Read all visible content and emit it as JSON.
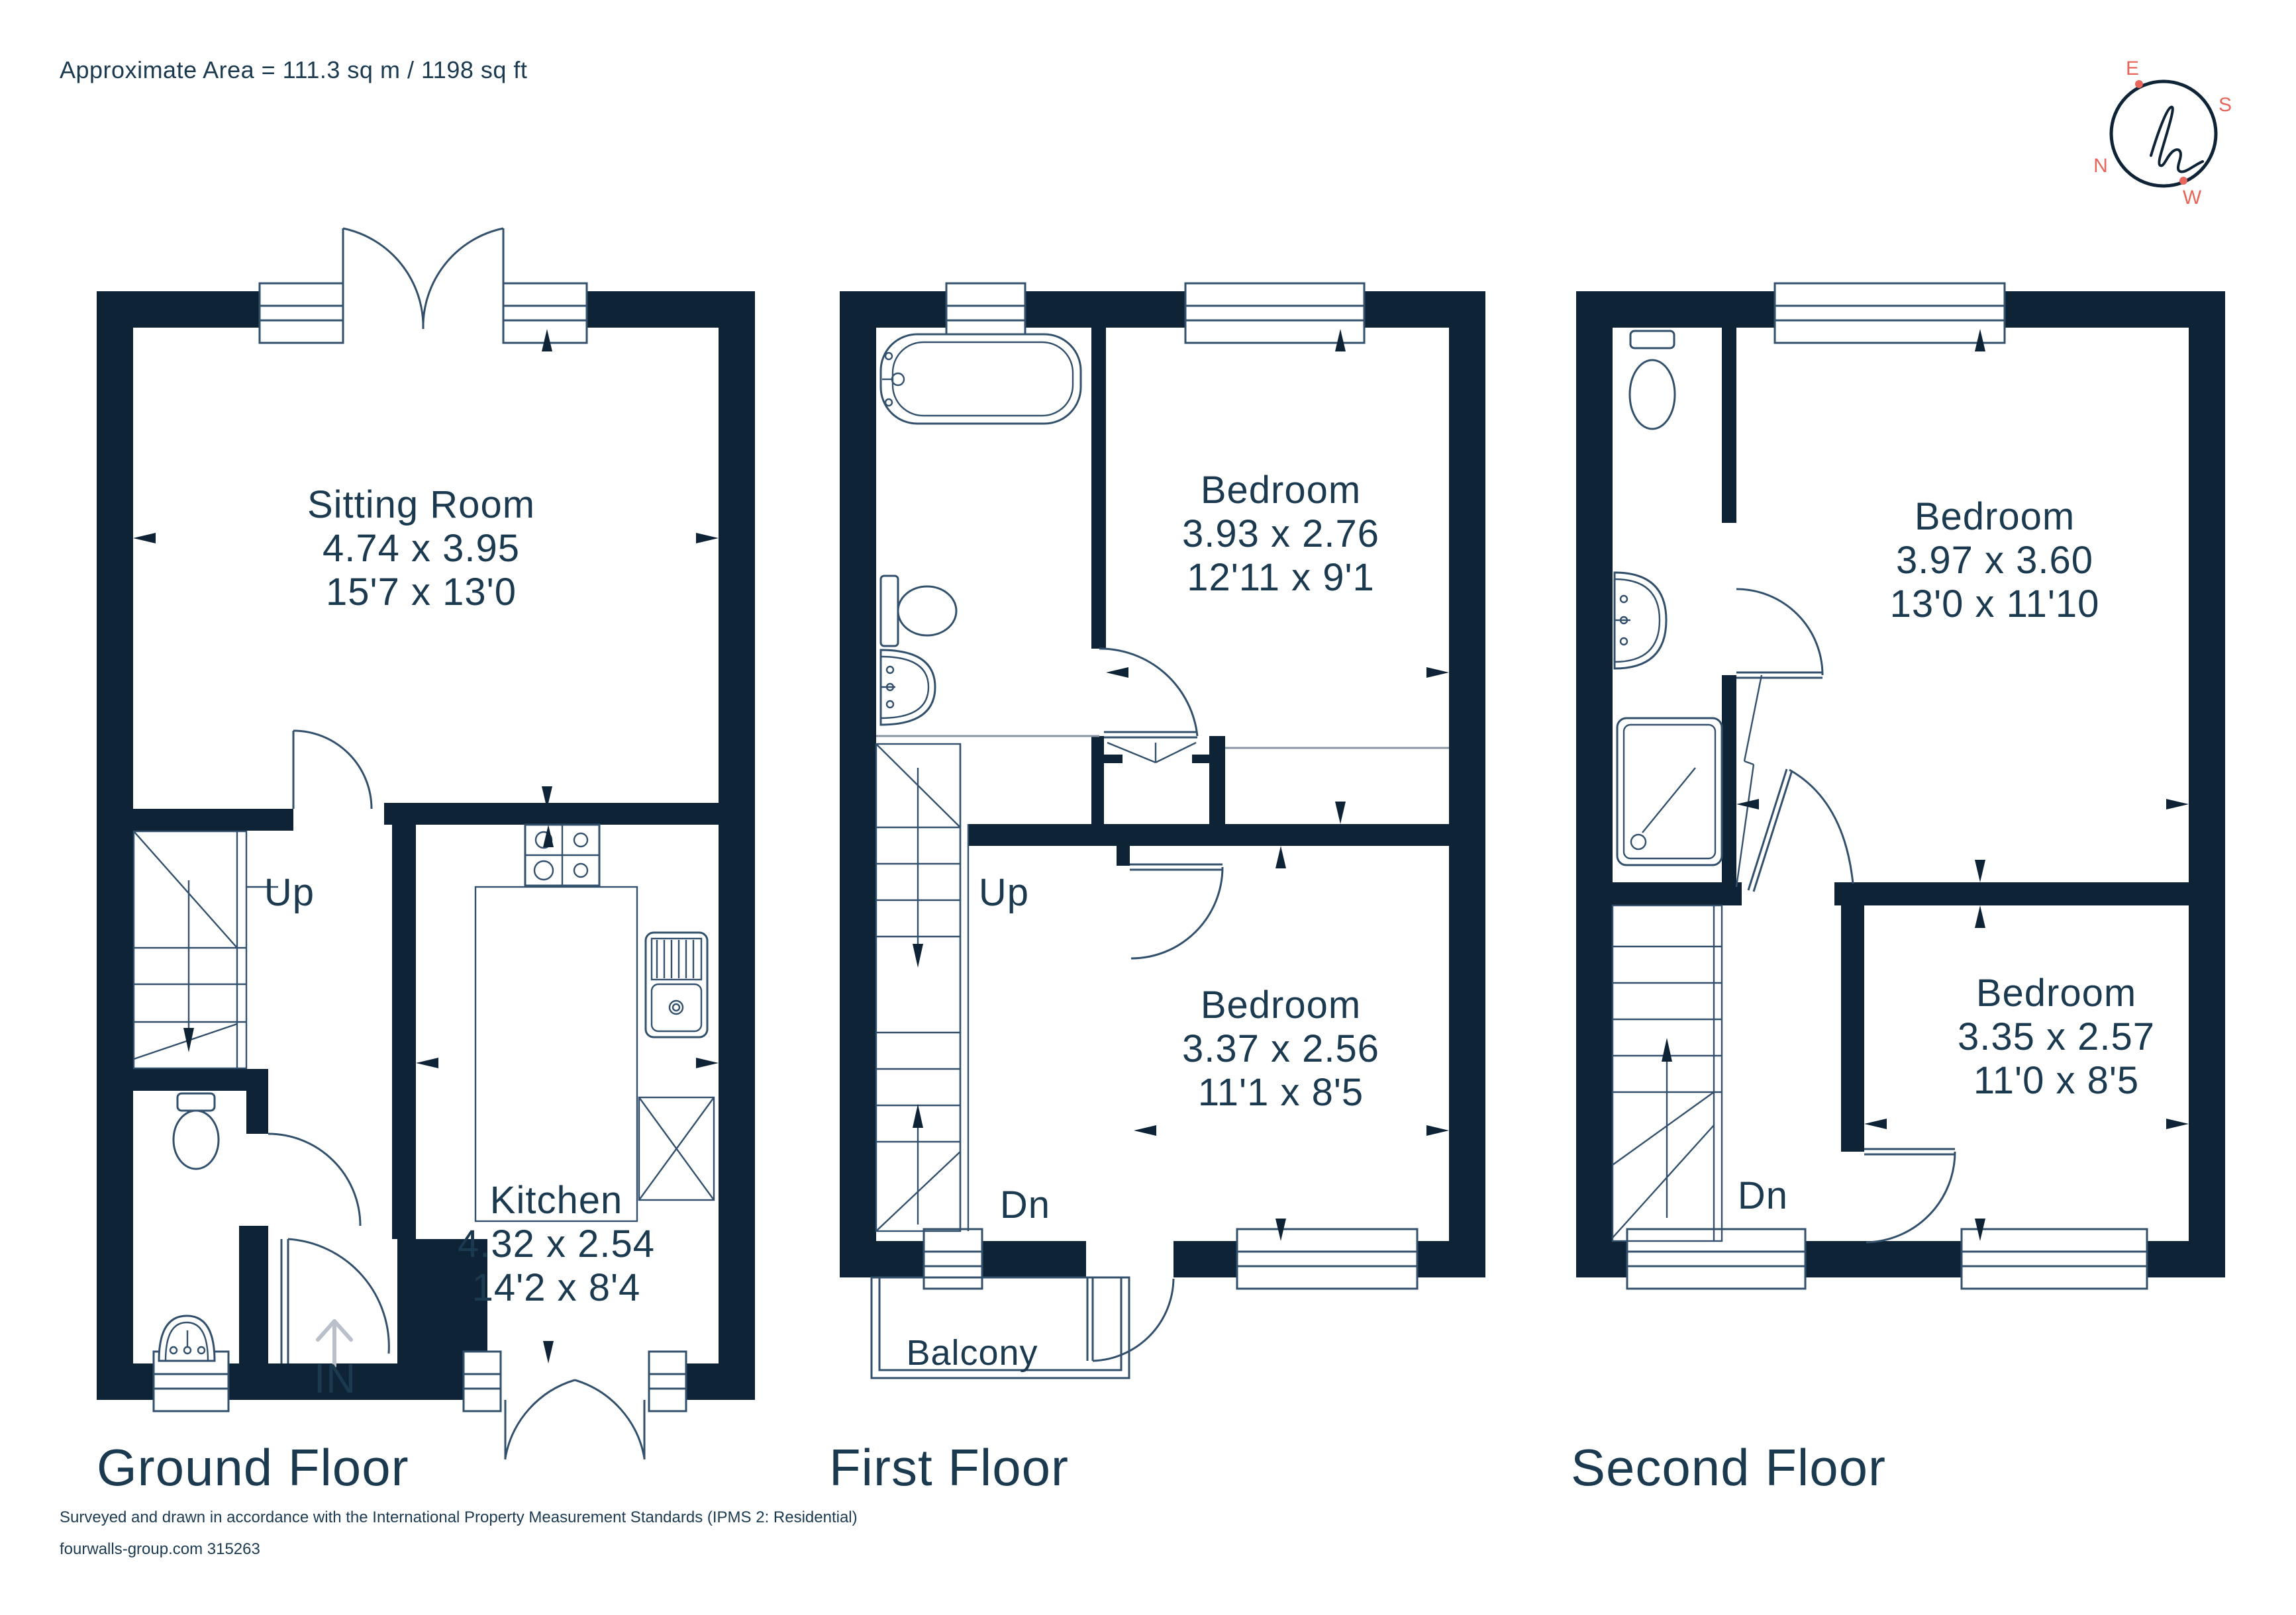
{
  "header": {
    "approx_area": "Approximate Area = 111.3 sq m / 1198 sq ft"
  },
  "compass": {
    "n": "N",
    "e": "E",
    "s": "S",
    "w": "W"
  },
  "colors": {
    "wall": "#0e2335",
    "text": "#1b3a50",
    "accent": "#e8655c",
    "line": "#32506c",
    "muted": "#b9c0ca"
  },
  "floors": [
    {
      "label": "Ground Floor",
      "rooms": [
        {
          "name": "Sitting Room",
          "metric": "4.74 x 3.95",
          "imperial": "15'7 x 13'0"
        },
        {
          "name": "Kitchen",
          "metric": "4.32 x 2.54",
          "imperial": "14'2 x 8'4"
        }
      ],
      "notes": {
        "up": "Up",
        "entrance": "IN"
      }
    },
    {
      "label": "First Floor",
      "rooms": [
        {
          "name": "Bedroom",
          "metric": "3.93 x 2.76",
          "imperial": "12'11 x 9'1"
        },
        {
          "name": "Bedroom",
          "metric": "3.37 x 2.56",
          "imperial": "11'1 x 8'5"
        }
      ],
      "notes": {
        "up": "Up",
        "dn": "Dn",
        "balcony": "Balcony"
      }
    },
    {
      "label": "Second Floor",
      "rooms": [
        {
          "name": "Bedroom",
          "metric": "3.97 x 3.60",
          "imperial": "13'0 x 11'10"
        },
        {
          "name": "Bedroom",
          "metric": "3.35 x 2.57",
          "imperial": "11'0 x 8'5"
        }
      ],
      "notes": {
        "dn": "Dn"
      }
    }
  ],
  "footer": {
    "line1": "Surveyed and drawn in accordance with the International Property Measurement Standards (IPMS 2: Residential)",
    "line2": "fourwalls-group.com 315263"
  }
}
